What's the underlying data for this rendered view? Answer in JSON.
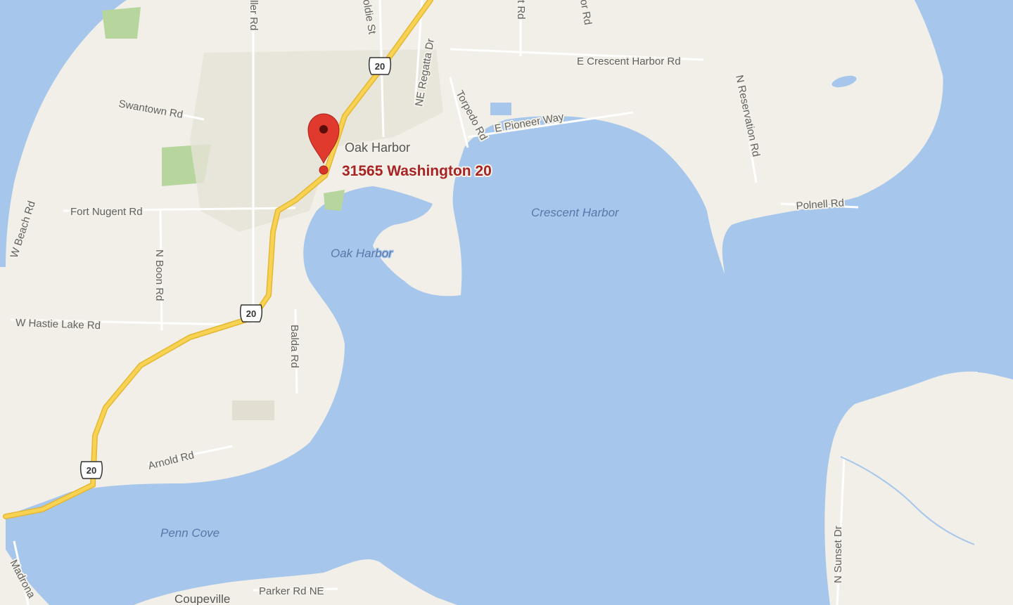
{
  "map": {
    "colors": {
      "water": "#a6c6ec",
      "land": "#f1efe8",
      "road_minor": "#ffffff",
      "highway": "#f8d253",
      "highway_casing": "#e3b733",
      "park": "#b7d69d",
      "marker": "#e03a2e",
      "address_text": "#a82424"
    },
    "marker": {
      "icon": "map-pin-icon",
      "address": "31565 Washington 20"
    },
    "places": {
      "oak_harbor_city": "Oak Harbor",
      "coupeville": "Coupeville"
    },
    "water_labels": {
      "crescent_harbor": "Crescent Harbor",
      "oak_harbor_bay": "Oak Harbor",
      "penn_cove": "Penn Cove"
    },
    "roads": {
      "swantown": "Swantown Rd",
      "fort_nugent": "Fort Nugent Rd",
      "w_beach": "W Beach Rd",
      "n_boon": "N Boon Rd",
      "w_hastie_lake": "W Hastie Lake Rd",
      "balda": "Balda Rd",
      "arnold": "Arnold Rd",
      "e_crescent_harbor": "E Crescent Harbor Rd",
      "n_reservation": "N Reservation Rd",
      "torpedo": "Torpedo Rd",
      "e_pioneer": "E Pioneer Way",
      "ne_regatta": "NE Regatta Dr",
      "polnell": "Polnell Rd",
      "n_sunset": "N Sunset Dr",
      "parker_ne": "Parker Rd NE",
      "madrona": "Madrona",
      "top_a": "ller Rd",
      "top_b": "oldie St",
      "top_c": "t Rd",
      "top_d": "or Rd"
    },
    "shields": {
      "route": "20"
    }
  }
}
